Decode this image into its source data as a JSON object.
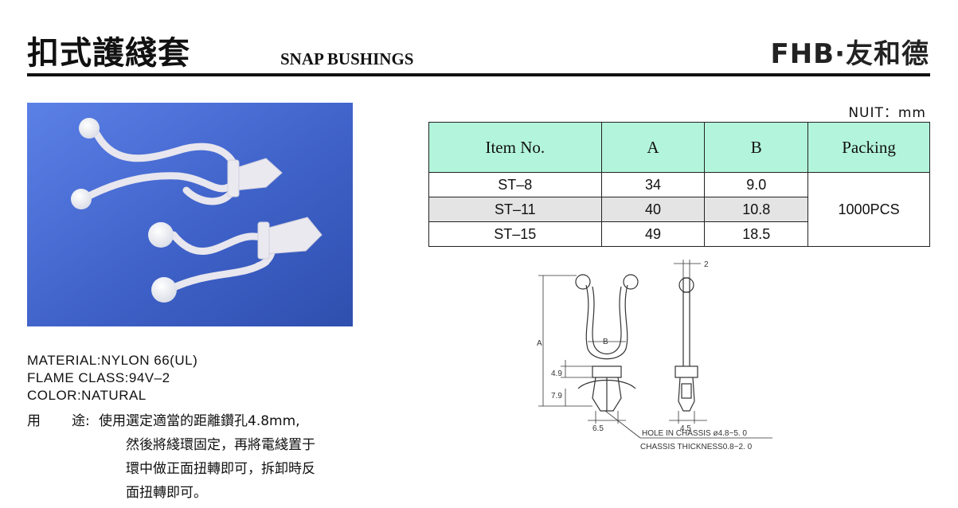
{
  "header": {
    "title_cn": "扣式護綫套",
    "title_en": "SNAP BUSHINGS",
    "brand": "FHB·友和德"
  },
  "specs": {
    "material": "MATERIAL:NYLON 66(UL)",
    "flame_class": "FLAME CLASS:94V–2",
    "color": "COLOR:NATURAL"
  },
  "usage": {
    "label_a": "用",
    "label_b": "途:",
    "lines": [
      "使用選定適當的距離鑽孔4.8mm,",
      "然後將綫環固定，再將電綫置于",
      "環中做正面扭轉即可，拆卸時反",
      "面扭轉即可。"
    ]
  },
  "table": {
    "unit": "NUIT：mm",
    "headers": [
      "Item No.",
      "A",
      "B",
      "Packing"
    ],
    "rows": [
      {
        "item": "ST–8",
        "a": "34",
        "b": "9.0"
      },
      {
        "item": "ST–11",
        "a": "40",
        "b": "10.8"
      },
      {
        "item": "ST–15",
        "a": "49",
        "b": "18.5"
      }
    ],
    "packing": "1000PCS"
  },
  "drawing": {
    "dim_2": "2",
    "dim_a": "A",
    "dim_b": "B",
    "dim_49": "4.9",
    "dim_79": "7.9",
    "dim_65": "6.5",
    "dim_45": "4.5",
    "hole_note": "HOLE IN CHASSIS ø4.8~5. 0",
    "thickness_note": "CHASSIS THICKNESS0.8~2. 0"
  },
  "colors": {
    "header_fill": "#b3f5dc",
    "row_shade": "#e4e4e4",
    "photo_bg": "#4466cc"
  }
}
